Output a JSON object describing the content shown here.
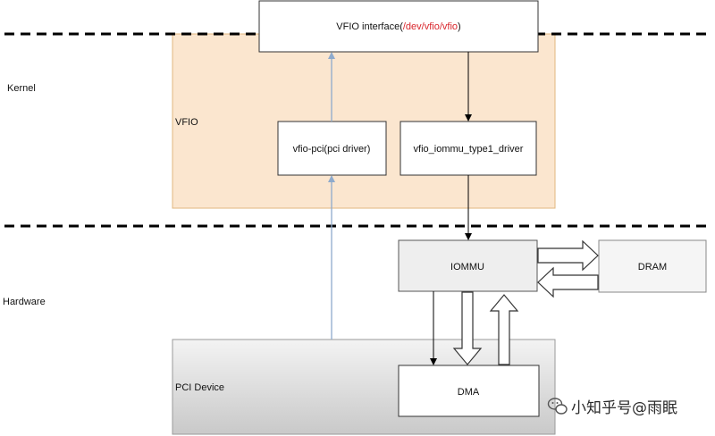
{
  "layers": {
    "kernel": "Kernel",
    "hardware": "Hardware"
  },
  "groups": {
    "vfio": "VFIO",
    "pci_device": "PCI Device"
  },
  "nodes": {
    "vfio_interface_prefix": "VFIO  interface(",
    "vfio_interface_path": "/dev/vfio/vfio",
    "vfio_interface_suffix": ")",
    "vfio_pci": "vfio-pci(pci driver)",
    "vfio_iommu": "vfio_iommu_type1_driver",
    "iommu": "IOMMU",
    "dram": "DRAM",
    "dma": "DMA"
  },
  "watermark": "小知乎号@雨眠",
  "colors": {
    "vfio_fill": "#fbe6cf",
    "vfio_stroke": "#e0b77f",
    "path_text": "#d9262c",
    "blue_arrow": "#8eaacc",
    "gray_box": "#eeeeee"
  }
}
